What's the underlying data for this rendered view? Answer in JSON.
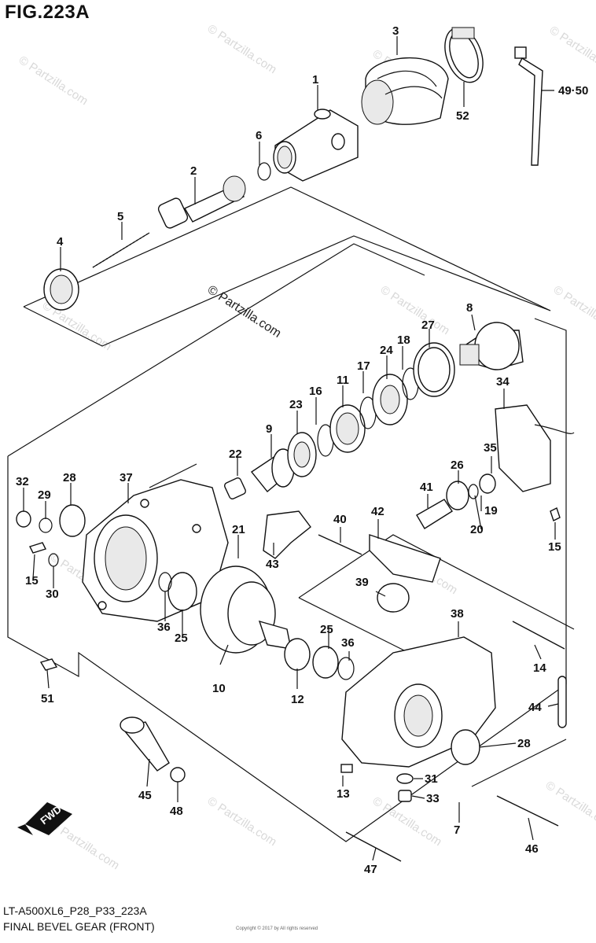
{
  "figure_label": "FIG.223A",
  "model_code": "LT-A500XL6_P28_P33_223A",
  "figure_name": "FINAL BEVEL GEAR (FRONT)",
  "watermark": "© Partzilla.com",
  "fwd_label": "FWD",
  "fine_print": "Copyright © 2017 by All rights reserved",
  "callouts": [
    "1",
    "2",
    "3",
    "4",
    "5",
    "6",
    "8",
    "9",
    "10",
    "11",
    "12",
    "13",
    "14",
    "15",
    "15",
    "16",
    "17",
    "18",
    "19",
    "20",
    "21",
    "22",
    "23",
    "24",
    "25",
    "25",
    "26",
    "27",
    "28",
    "28",
    "29",
    "30",
    "31",
    "32",
    "33",
    "34",
    "35",
    "36",
    "36",
    "37",
    "38",
    "39",
    "40",
    "41",
    "42",
    "43",
    "44",
    "45",
    "46",
    "47",
    "48",
    "49·50",
    "51",
    "52",
    "7"
  ]
}
